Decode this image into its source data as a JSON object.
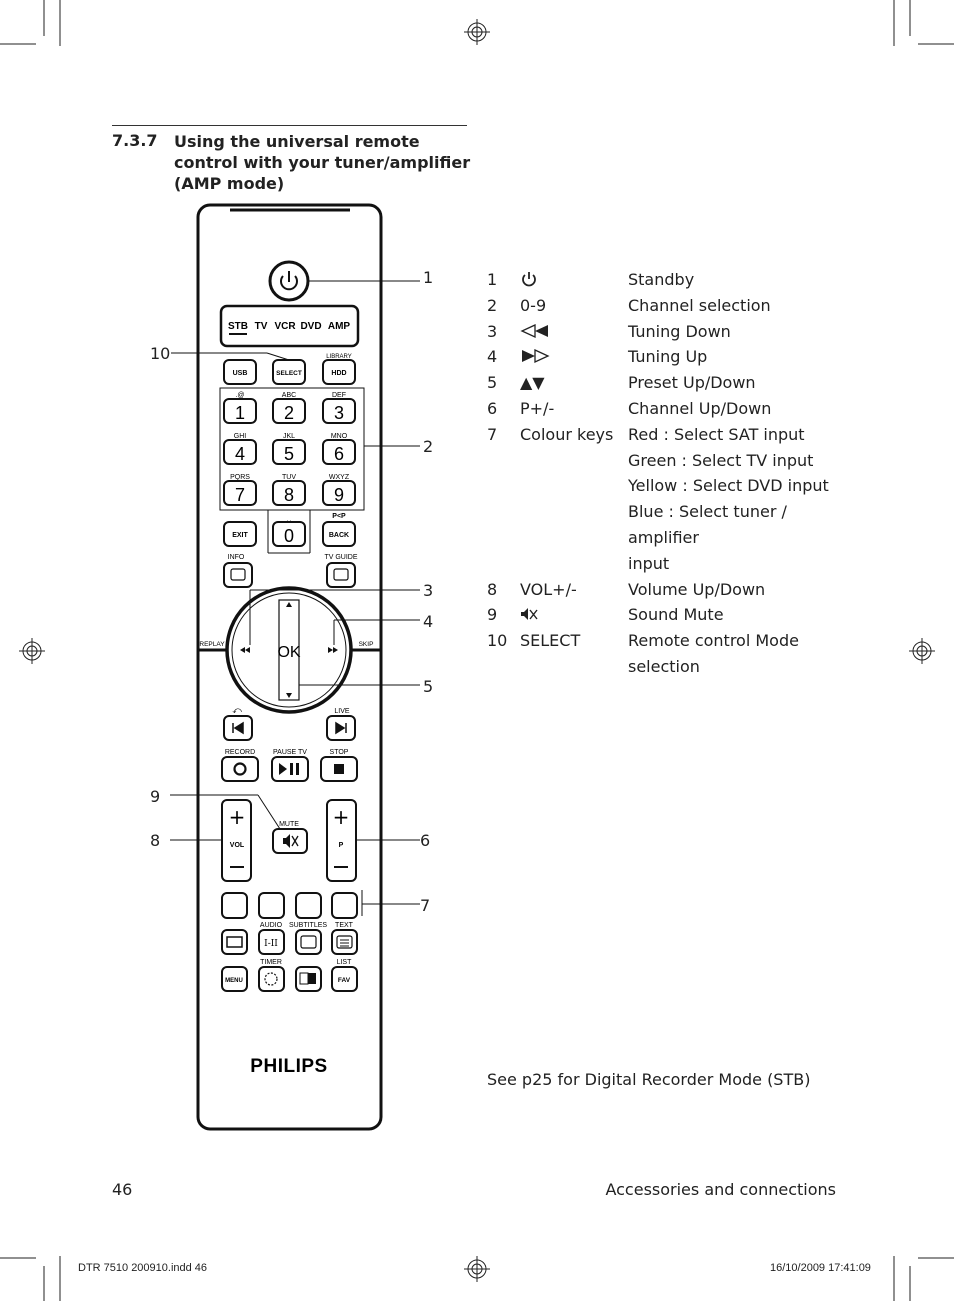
{
  "section": {
    "number": "7.3.7",
    "title": "Using the universal remote control with your tuner/amplifier (AMP mode)"
  },
  "legend": [
    {
      "num": "1",
      "key": "",
      "icon": "power-icon",
      "desc": "Standby"
    },
    {
      "num": "2",
      "key": "0-9",
      "desc": "Channel selection"
    },
    {
      "num": "3",
      "key": "",
      "icon": "rewind-icon",
      "desc": "Tuning Down"
    },
    {
      "num": "4",
      "key": "",
      "icon": "fast-forward-icon",
      "desc": "Tuning Up"
    },
    {
      "num": "5",
      "key": "▲▼",
      "desc": "Preset Up/Down"
    },
    {
      "num": "6",
      "key": "P+/-",
      "desc": "Channel Up/Down"
    },
    {
      "num": "7",
      "key": "Colour keys",
      "desc": "Red : Select SAT input",
      "extra": [
        "Green : Select TV input",
        "Yellow : Select DVD input",
        "Blue : Select tuner / amplifier",
        "input"
      ]
    },
    {
      "num": "8",
      "key": "VOL+/-",
      "desc": "Volume Up/Down"
    },
    {
      "num": "9",
      "key": "",
      "icon": "mute-icon",
      "desc": "Sound Mute"
    },
    {
      "num": "10",
      "key": "SELECT",
      "desc": "Remote control Mode",
      "extra": [
        "selection"
      ]
    }
  ],
  "see_note": "See p25 for Digital Recorder Mode (STB)",
  "footer": {
    "page_number": "46",
    "section_name": "Accessories and connections"
  },
  "slug": {
    "left": "DTR 7510 200910.indd   46",
    "right": "16/10/2009   17:41:09"
  },
  "callouts": [
    "1",
    "2",
    "3",
    "4",
    "5",
    "6",
    "7",
    "8",
    "9",
    "10"
  ],
  "remote": {
    "modes": [
      "STB",
      "TV",
      "VCR",
      "DVD",
      "AMP"
    ],
    "library": "LIBRARY",
    "usb": "USB",
    "select": "SELECT",
    "hdd": "HDD",
    "digits": [
      {
        "d": "1",
        "l": ".@"
      },
      {
        "d": "2",
        "l": "ABC"
      },
      {
        "d": "3",
        "l": "DEF"
      },
      {
        "d": "4",
        "l": "GHI"
      },
      {
        "d": "5",
        "l": "JKL"
      },
      {
        "d": "6",
        "l": "MNO"
      },
      {
        "d": "7",
        "l": "PQRS"
      },
      {
        "d": "8",
        "l": "TUV"
      },
      {
        "d": "9",
        "l": "WXYZ"
      }
    ],
    "zero": "0",
    "exit": "EXIT",
    "back": "BACK",
    "pcp": "P<P",
    "info": "INFO",
    "tvguide": "TV GUIDE",
    "ok": "OK",
    "replay": "REPLAY",
    "skip": "SKIP",
    "live": "LIVE",
    "record": "RECORD",
    "pausetv": "PAUSE TV",
    "stop": "STOP",
    "mute": "MUTE",
    "vol": "VOL",
    "p": "P",
    "audio": "AUDIO",
    "subtitles": "SUBTITLES",
    "text": "TEXT",
    "timer": "TIMER",
    "list": "LIST",
    "menu": "MENU",
    "fav": "FAV",
    "brand": "PHILIPS"
  }
}
